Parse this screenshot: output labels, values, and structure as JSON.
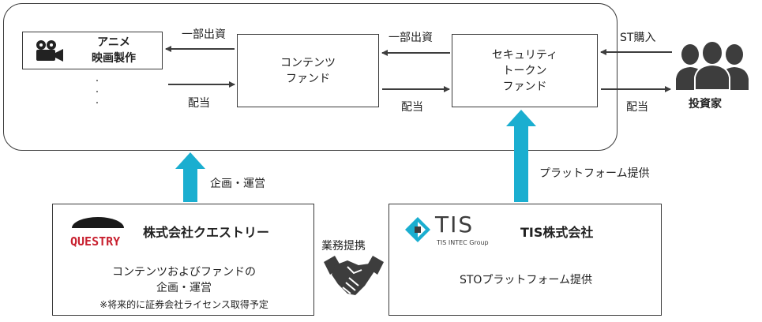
{
  "top": {
    "anime_line1": "アニメ",
    "anime_line2": "映画製作",
    "content_fund_line1": "コンテンツ",
    "content_fund_line2": "ファンド",
    "security_fund_line1": "セキュリティ",
    "security_fund_line2": "トークン",
    "security_fund_line3": "ファンド",
    "investors": "投資家"
  },
  "arrows": {
    "partial_investment_1": "一部出資",
    "partial_investment_2": "一部出資",
    "dividend_1": "配当",
    "dividend_2": "配当",
    "dividend_3": "配当",
    "st_purchase": "ST購入",
    "planning_operation": "企画・運営",
    "platform_provision": "プラットフォーム提供",
    "business_alliance": "業務提携"
  },
  "questry": {
    "logo_text": "QUESTRY",
    "company_name": "株式会社クエストリー",
    "desc_line1": "コンテンツおよびファンドの",
    "desc_line2": "企画・運営",
    "note": "※将来的に証券会社ライセンス取得予定"
  },
  "tis": {
    "logo_text": "TIS",
    "logo_sub": "TIS INTEC Group",
    "company_name": "TIS株式会社",
    "desc": "STOプラットフォーム提供"
  },
  "colors": {
    "teal": "#1aaed0",
    "questry_red": "#c8202f",
    "dark_gray": "#3d3d3d"
  }
}
